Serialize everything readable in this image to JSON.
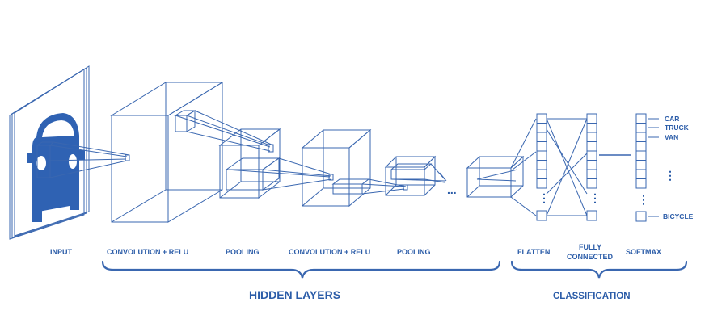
{
  "labels": {
    "input": "INPUT",
    "conv_relu_1": "CONVOLUTION + RELU",
    "pooling_1": "POOLING",
    "conv_relu_2": "CONVOLUTION + RELU",
    "pooling_2": "POOLING",
    "flatten": "FLATTEN",
    "fully_connected_line1": "FULLY",
    "fully_connected_line2": "CONNECTED",
    "softmax": "SOFTMAX",
    "hidden_layers": "HIDDEN LAYERS",
    "classification": "CLASSIFICATION",
    "ellipsis_h": "...",
    "ellipsis_v": "⋮"
  },
  "classes": [
    "CAR",
    "TRUCK",
    "VAN",
    "BICYCLE"
  ],
  "colors": {
    "line": "#3a67b0",
    "text": "#2b5ca8",
    "fill": "#2f62b3"
  }
}
